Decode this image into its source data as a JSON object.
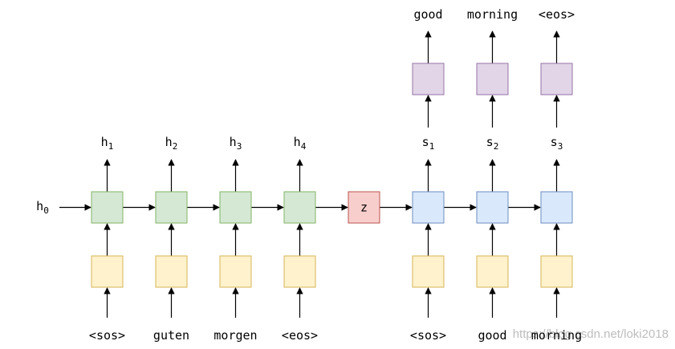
{
  "initial_state": {
    "base": "h",
    "sub": "0"
  },
  "encoder": {
    "inputs": [
      "<sos>",
      "guten",
      "morgen",
      "<eos>"
    ],
    "hidden": [
      {
        "base": "h",
        "sub": "1"
      },
      {
        "base": "h",
        "sub": "2"
      },
      {
        "base": "h",
        "sub": "3"
      },
      {
        "base": "h",
        "sub": "4"
      }
    ]
  },
  "context": {
    "label": "z"
  },
  "decoder": {
    "inputs": [
      "<sos>",
      "good",
      "morning"
    ],
    "hidden": [
      {
        "base": "s",
        "sub": "1"
      },
      {
        "base": "s",
        "sub": "2"
      },
      {
        "base": "s",
        "sub": "3"
      }
    ],
    "outputs": [
      "good",
      "morning",
      "<eos>"
    ]
  },
  "watermark": "https://blog.csdn.net/loki2018",
  "colors": {
    "input_fill": "#fff2cc",
    "input_stroke": "#d6b656",
    "encoder_fill": "#d5e8d4",
    "encoder_stroke": "#82b366",
    "context_fill": "#f8cecc",
    "context_stroke": "#b85450",
    "decoder_fill": "#dae8fc",
    "decoder_stroke": "#6c8ebf",
    "output_fill": "#e1d5e7",
    "output_stroke": "#9673a6",
    "arrow": "#000000"
  }
}
